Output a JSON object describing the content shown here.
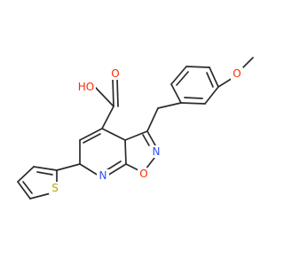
{
  "molecule": {
    "atoms": {
      "hydroxyl": "HO",
      "carbonyl_oxygen": "O",
      "ring_nitrogen_isoxazole": "N",
      "ring_oxygen_isoxazole": "O",
      "ring_nitrogen_pyridine": "N",
      "sulfur": "S",
      "methoxy_oxygen": "O"
    }
  },
  "colors": {
    "bond": "#2b2b2b",
    "oxygen": "#ff2a00",
    "nitrogen": "#3050f8",
    "sulfur": "#b4a800"
  }
}
